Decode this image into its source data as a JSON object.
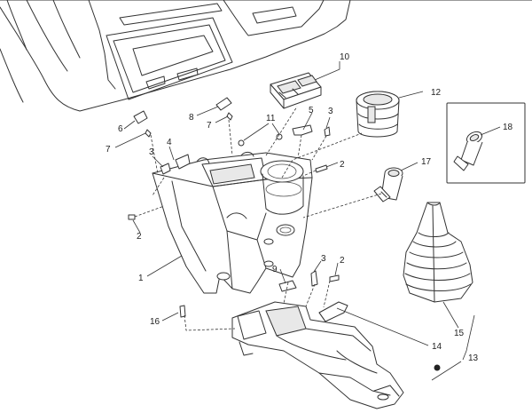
{
  "diagram": {
    "callouts": [
      {
        "id": "c1",
        "text": "1"
      },
      {
        "id": "c2a",
        "text": "2"
      },
      {
        "id": "c2b",
        "text": "2"
      },
      {
        "id": "c2c",
        "text": "2"
      },
      {
        "id": "c3a",
        "text": "3"
      },
      {
        "id": "c3b",
        "text": "3"
      },
      {
        "id": "c3c",
        "text": "3"
      },
      {
        "id": "c4",
        "text": "4"
      },
      {
        "id": "c5",
        "text": "5"
      },
      {
        "id": "c6",
        "text": "6"
      },
      {
        "id": "c7a",
        "text": "7"
      },
      {
        "id": "c7b",
        "text": "7"
      },
      {
        "id": "c8",
        "text": "8"
      },
      {
        "id": "c9",
        "text": "9"
      },
      {
        "id": "c10",
        "text": "10"
      },
      {
        "id": "c11",
        "text": "11"
      },
      {
        "id": "c12",
        "text": "12"
      },
      {
        "id": "c13",
        "text": "13"
      },
      {
        "id": "c14",
        "text": "14"
      },
      {
        "id": "c15",
        "text": "15"
      },
      {
        "id": "c16",
        "text": "16"
      },
      {
        "id": "c17",
        "text": "17"
      },
      {
        "id": "c18",
        "text": "18"
      }
    ]
  }
}
